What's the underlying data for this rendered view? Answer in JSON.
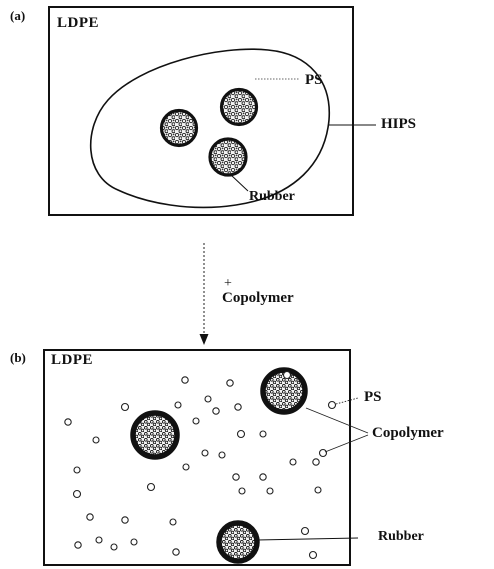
{
  "panel_a": {
    "label": "(a)",
    "box_label": "LDPE",
    "ps_label": "PS",
    "hips_label": "HIPS",
    "rubber_label": "Rubber"
  },
  "transition": {
    "plus": "+",
    "copolymer_label": "Copolymer"
  },
  "panel_b": {
    "label": "(b)",
    "box_label": "LDPE",
    "ps_label": "PS",
    "copolymer_label": "Copolymer",
    "rubber_label": "Rubber"
  }
}
